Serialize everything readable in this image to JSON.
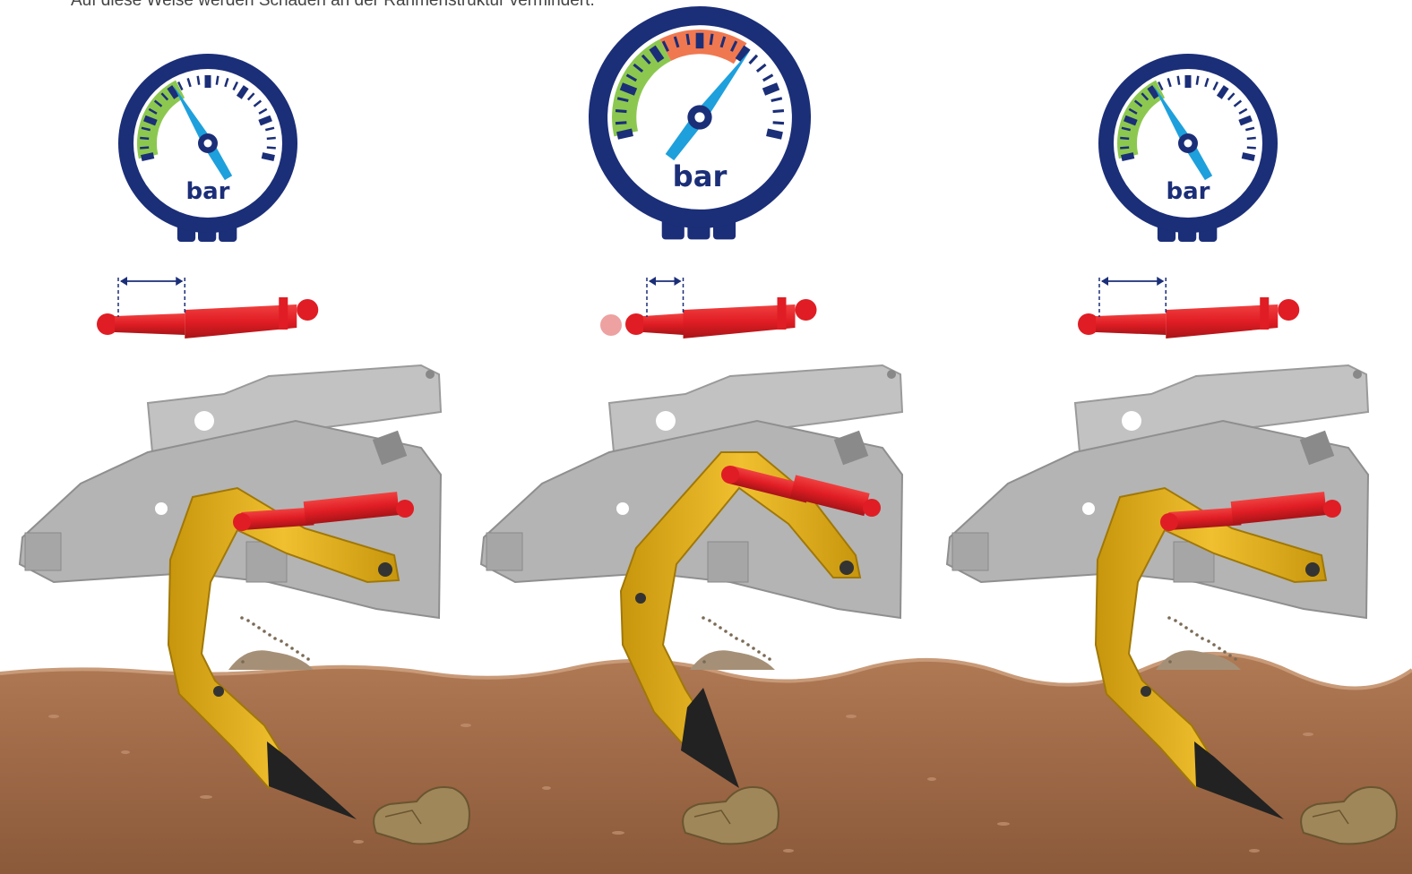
{
  "intro_text": "Auf diese Weise werden Schäden an der Rahmenstruktur vermindert.",
  "unit_label": "bar",
  "colors": {
    "gauge_frame": "#1b2e78",
    "needle": "#1ea0dc",
    "safe_zone": "#8cc850",
    "danger_zone": "#f07850",
    "cylinder": "#e01d24",
    "tine": "#e8b418",
    "frame": "#b4b4b4",
    "soil": "#a56e4b",
    "stone": "#a0875a"
  },
  "stages": [
    {
      "name": "normal-work",
      "gauge_level": 0.35,
      "cylinder_extension": 0.55,
      "tine_state": "working"
    },
    {
      "name": "obstacle-trip",
      "gauge_level": 0.68,
      "cylinder_extension": 0.3,
      "tine_state": "lifted"
    },
    {
      "name": "return-to-work",
      "gauge_level": 0.35,
      "cylinder_extension": 0.55,
      "tine_state": "working"
    }
  ]
}
